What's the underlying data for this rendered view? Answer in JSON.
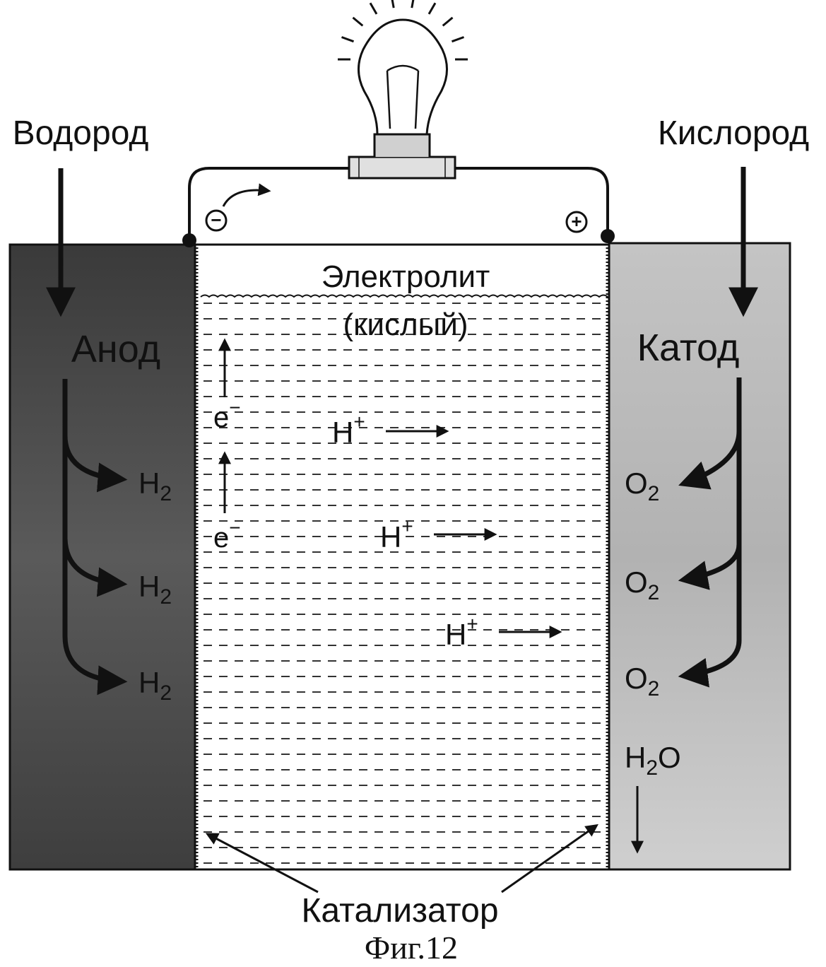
{
  "labels": {
    "hydrogen_in": "Водород",
    "oxygen_in": "Кислород",
    "electrolyte_line1": "Электролит",
    "electrolyte_line2": "(кислый)",
    "anode": "Анод",
    "cathode": "Катод",
    "catalyst": "Катализатор",
    "figure_caption": "Фиг.12",
    "minus": "−",
    "plus": "+"
  },
  "anode_species": [
    "H",
    "H",
    "H"
  ],
  "anode_species_sub": [
    "2",
    "2",
    "2"
  ],
  "cathode_species": [
    "O",
    "O",
    "O"
  ],
  "cathode_species_sub": [
    "2",
    "2",
    "2"
  ],
  "water": {
    "main": "H",
    "sub": "2",
    "tail": "O"
  },
  "electrons": [
    "e",
    "e"
  ],
  "electron_sup": [
    "−",
    "−"
  ],
  "protons": [
    "H",
    "H",
    "H"
  ],
  "proton_sup": [
    "+",
    "+",
    "+"
  ],
  "colors": {
    "anode_fill": "#4a4a4a",
    "cathode_fill": "#c8c8c8",
    "ink": "#111111",
    "electrolyte_dash": "#333333"
  }
}
